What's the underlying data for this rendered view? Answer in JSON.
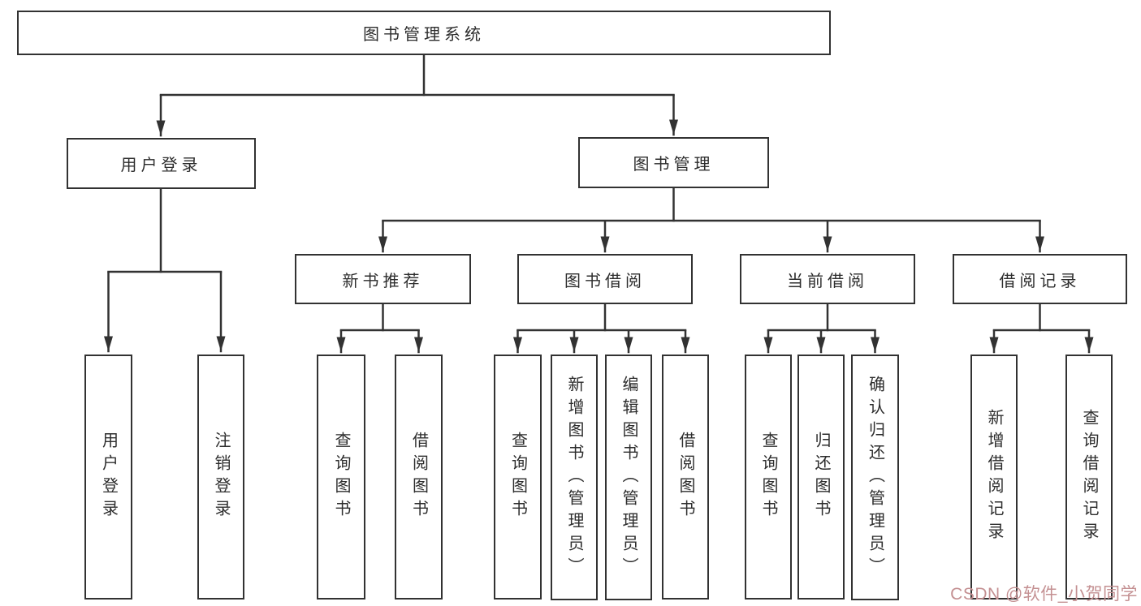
{
  "tree": {
    "label": "图书管理系统",
    "children": [
      {
        "label": "用户登录",
        "children": [
          {
            "label": "用户登录"
          },
          {
            "label": "注销登录"
          }
        ]
      },
      {
        "label": "图书管理",
        "children": [
          {
            "label": "新书推荐",
            "children": [
              {
                "label": "查询图书"
              },
              {
                "label": "借阅图书"
              }
            ]
          },
          {
            "label": "图书借阅",
            "children": [
              {
                "label": "查询图书"
              },
              {
                "label": "新增图书（管理员）"
              },
              {
                "label": "编辑图书（管理员）"
              },
              {
                "label": "借阅图书"
              }
            ]
          },
          {
            "label": "当前借阅",
            "children": [
              {
                "label": "查询图书"
              },
              {
                "label": "归还图书"
              },
              {
                "label": "确认归还（管理员）"
              }
            ]
          },
          {
            "label": "借阅记录",
            "children": [
              {
                "label": "新增借阅记录"
              },
              {
                "label": "查询借阅记录"
              }
            ]
          }
        ]
      }
    ]
  },
  "watermark": {
    "text": "CSDN @软件_小贺同学"
  },
  "colors": {
    "line": "#323232",
    "border": "#323232",
    "text": "#2d2d2d",
    "background": "#ffffff",
    "watermark": "#c49092"
  }
}
